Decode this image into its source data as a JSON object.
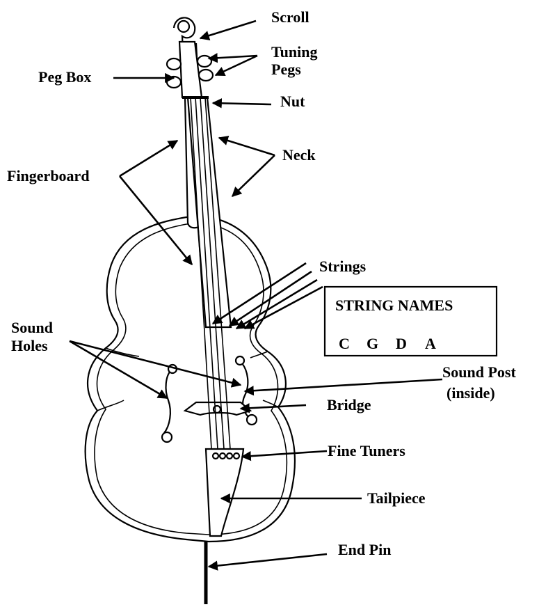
{
  "labels": {
    "scroll": "Scroll",
    "tuning_pegs_1": "Tuning",
    "tuning_pegs_2": "Pegs",
    "peg_box": "Peg Box",
    "nut": "Nut",
    "neck": "Neck",
    "fingerboard": "Fingerboard",
    "strings": "Strings",
    "sound_holes_1": "Sound",
    "sound_holes_2": "Holes",
    "sound_post_1": "Sound Post",
    "sound_post_2": "(inside)",
    "bridge": "Bridge",
    "fine_tuners": "Fine Tuners",
    "tailpiece": "Tailpiece",
    "end_pin": "End Pin"
  },
  "string_names_box": {
    "title": "STRING NAMES",
    "names": [
      "C",
      "G",
      "D",
      "A"
    ]
  },
  "colors": {
    "ink": "#000000",
    "background": "#ffffff"
  }
}
